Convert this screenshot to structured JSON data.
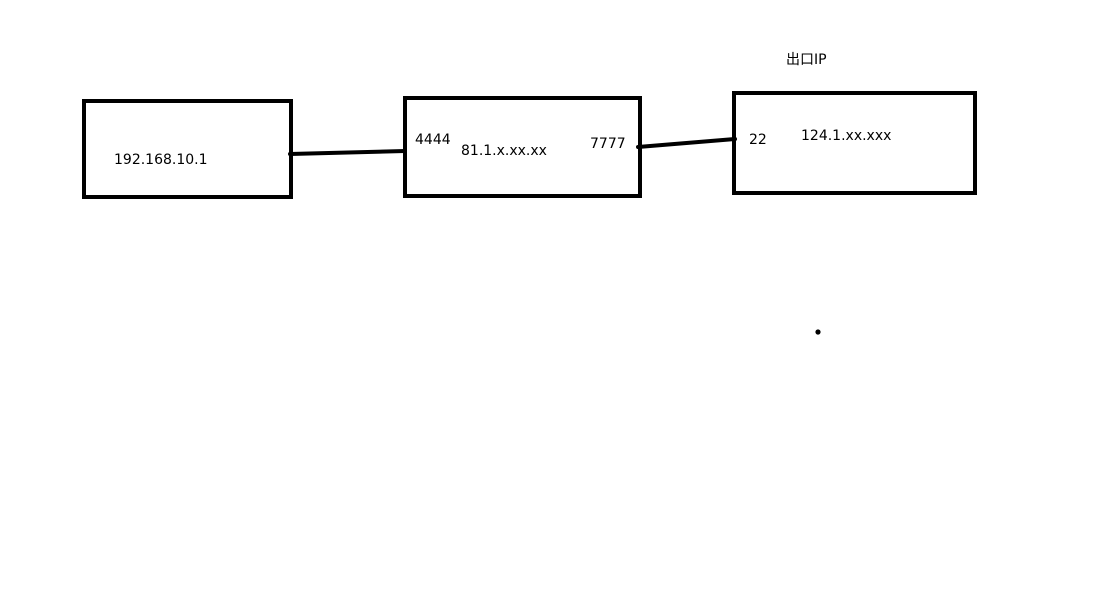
{
  "nodes": {
    "left": {
      "ip": "192.168.10.1"
    },
    "middle": {
      "ip": "81.1.x.xx.xx",
      "port_in": "4444",
      "port_out": "7777"
    },
    "right": {
      "ip": "124.1.xx.xxx",
      "port_in": "22",
      "header_label": "出口IP"
    }
  },
  "colors": {
    "stroke": "#000000",
    "background": "#ffffff"
  }
}
